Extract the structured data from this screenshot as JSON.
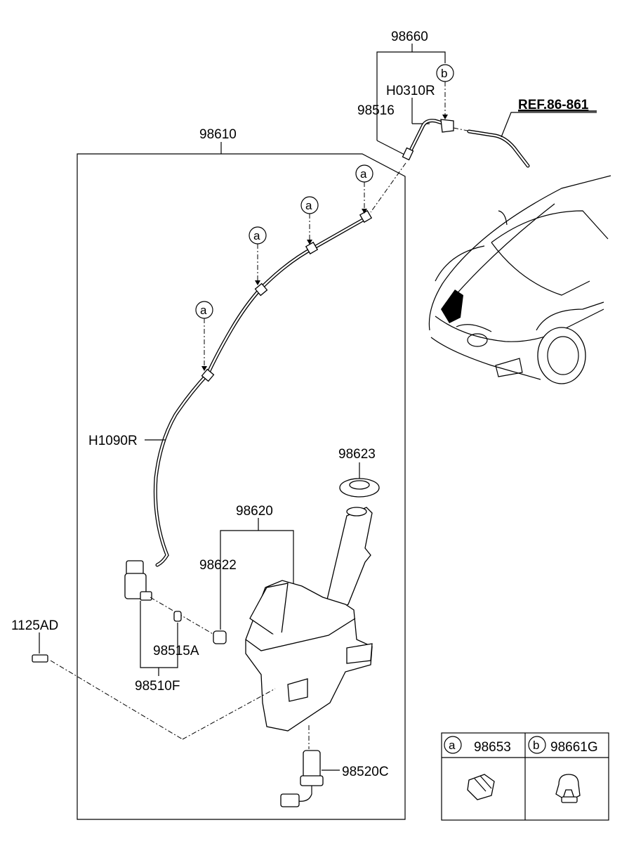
{
  "parts": {
    "p98660": "98660",
    "p98516": "98516",
    "h0310r": "H0310R",
    "ref": "REF.86-861",
    "p98610": "98610",
    "h1090r": "H1090R",
    "p98623": "98623",
    "p98620": "98620",
    "p98622": "98622",
    "p1125ad": "1125AD",
    "p98515a": "98515A",
    "p98510f": "98510F",
    "p98520c": "98520C"
  },
  "callouts": {
    "a": "a",
    "b": "b"
  },
  "legend": {
    "a_key": "a",
    "a_part": "98653",
    "b_key": "b",
    "b_part": "98661G"
  }
}
